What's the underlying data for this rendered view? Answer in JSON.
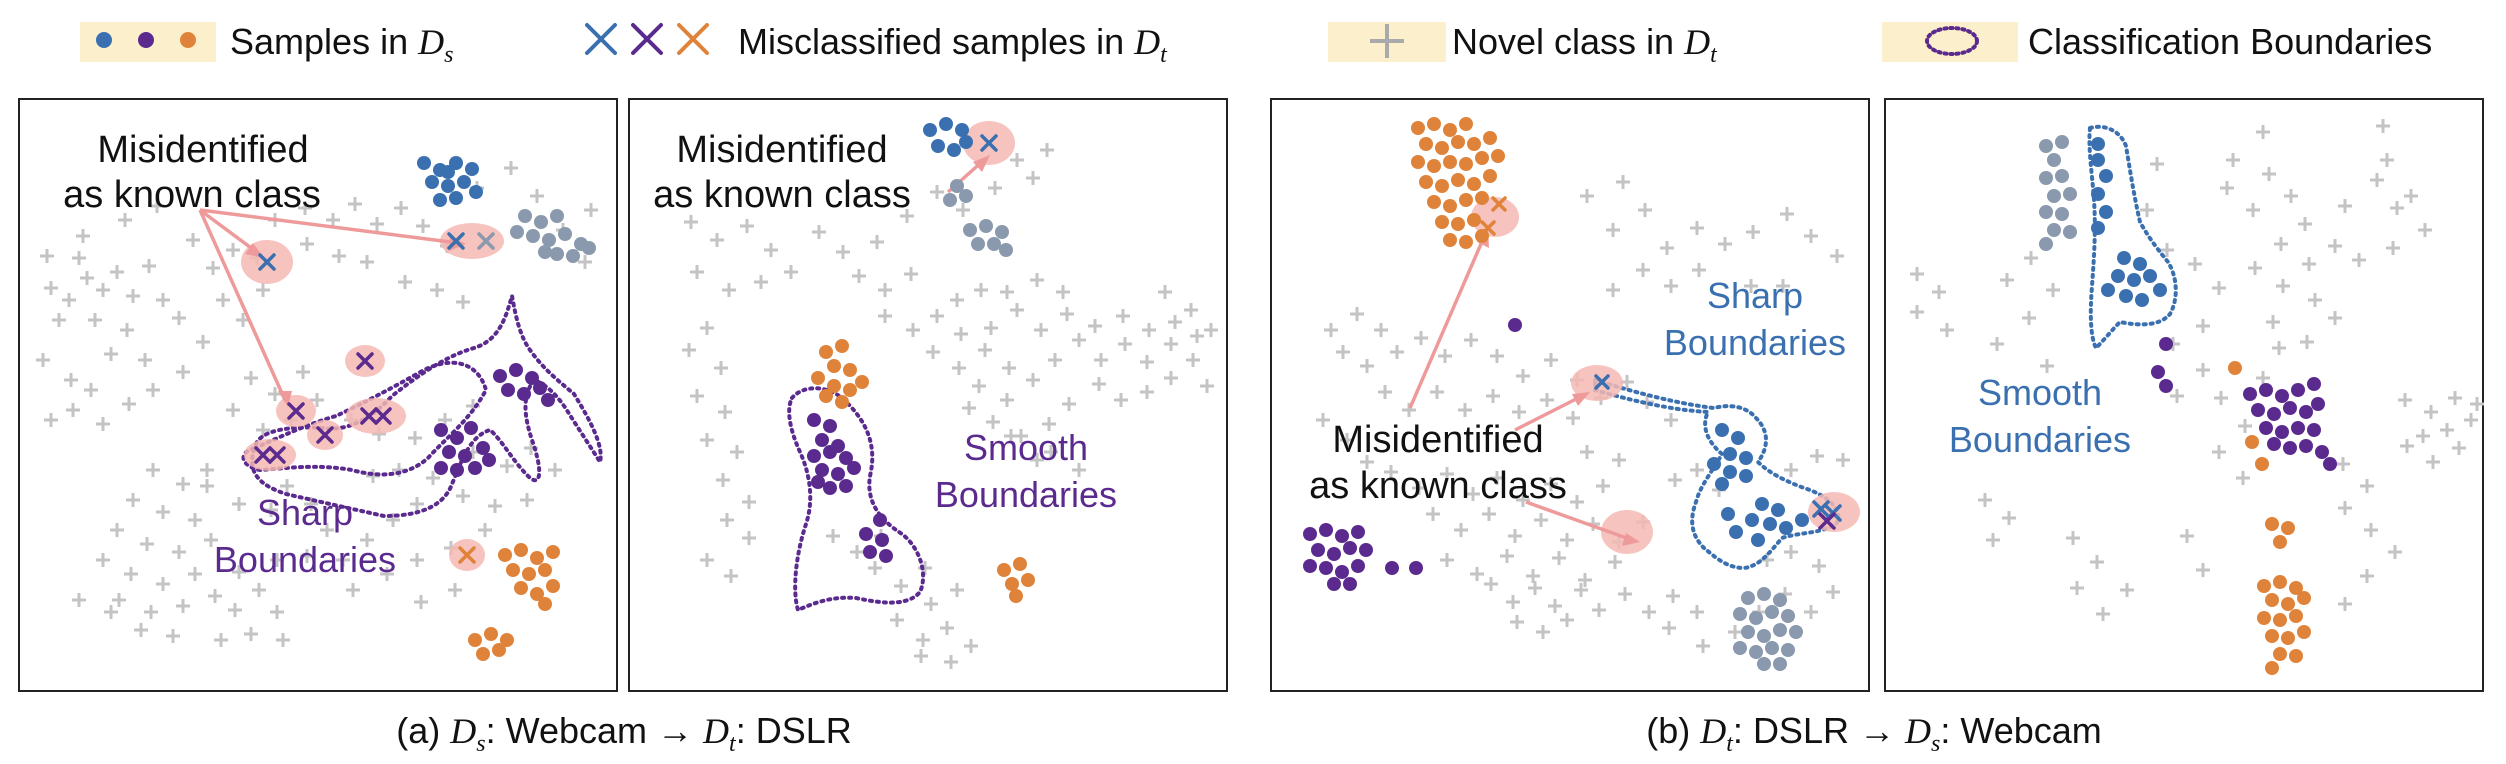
{
  "legend": {
    "samples": "Samples in",
    "misclassified": "Misclassified samples in",
    "novel": "Novel class in",
    "boundaries": "Classification Boundaries",
    "d_letter": "D",
    "s_sub": "s",
    "t_sub": "t"
  },
  "annotations": {
    "misid_line1": "Misidentified",
    "misid_line2": "as known class",
    "sharp_line1": "Sharp",
    "sharp_line2": "Boundaries",
    "smooth_line1": "Smooth",
    "smooth_line2": "Boundaries"
  },
  "captions": {
    "a_prefix": "(a)",
    "b_prefix": "(b)",
    "webcam": "Webcam",
    "dslr": "DSLR",
    "colon": ":",
    "arrow": "→"
  },
  "colors": {
    "blue": "#3a70b0",
    "purple": "#5b2a8e",
    "orange": "#e0833a",
    "gray_cluster": "#8a99ad",
    "novel": "#c4c4c4",
    "highlight": "#f4b8b3",
    "arrow": "#ef9a9a",
    "legend_bg": "#fbefcc",
    "text": "#111111"
  }
}
